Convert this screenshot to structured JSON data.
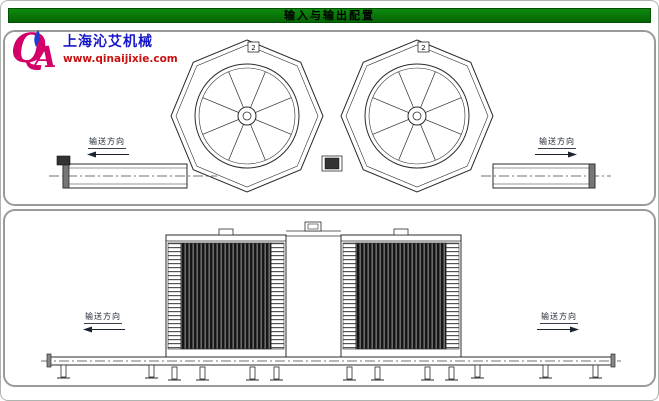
{
  "page": {
    "title": "输入与输出配置"
  },
  "logo": {
    "letter_q": "Q",
    "letter_a": "A",
    "company": "上海沁艾机械",
    "url": "www.qinaijixie.com"
  },
  "drawing": {
    "direction_label": "输送方向",
    "detail_tag": "2"
  },
  "colors": {
    "title_bar_green": "#0b7d0b",
    "logo_magenta": "#d4006a",
    "logo_flame_blue": "#1a3fd0",
    "company_blue": "#1515c8",
    "url_red": "#c81111",
    "line_dark": "#2b2b2b"
  }
}
